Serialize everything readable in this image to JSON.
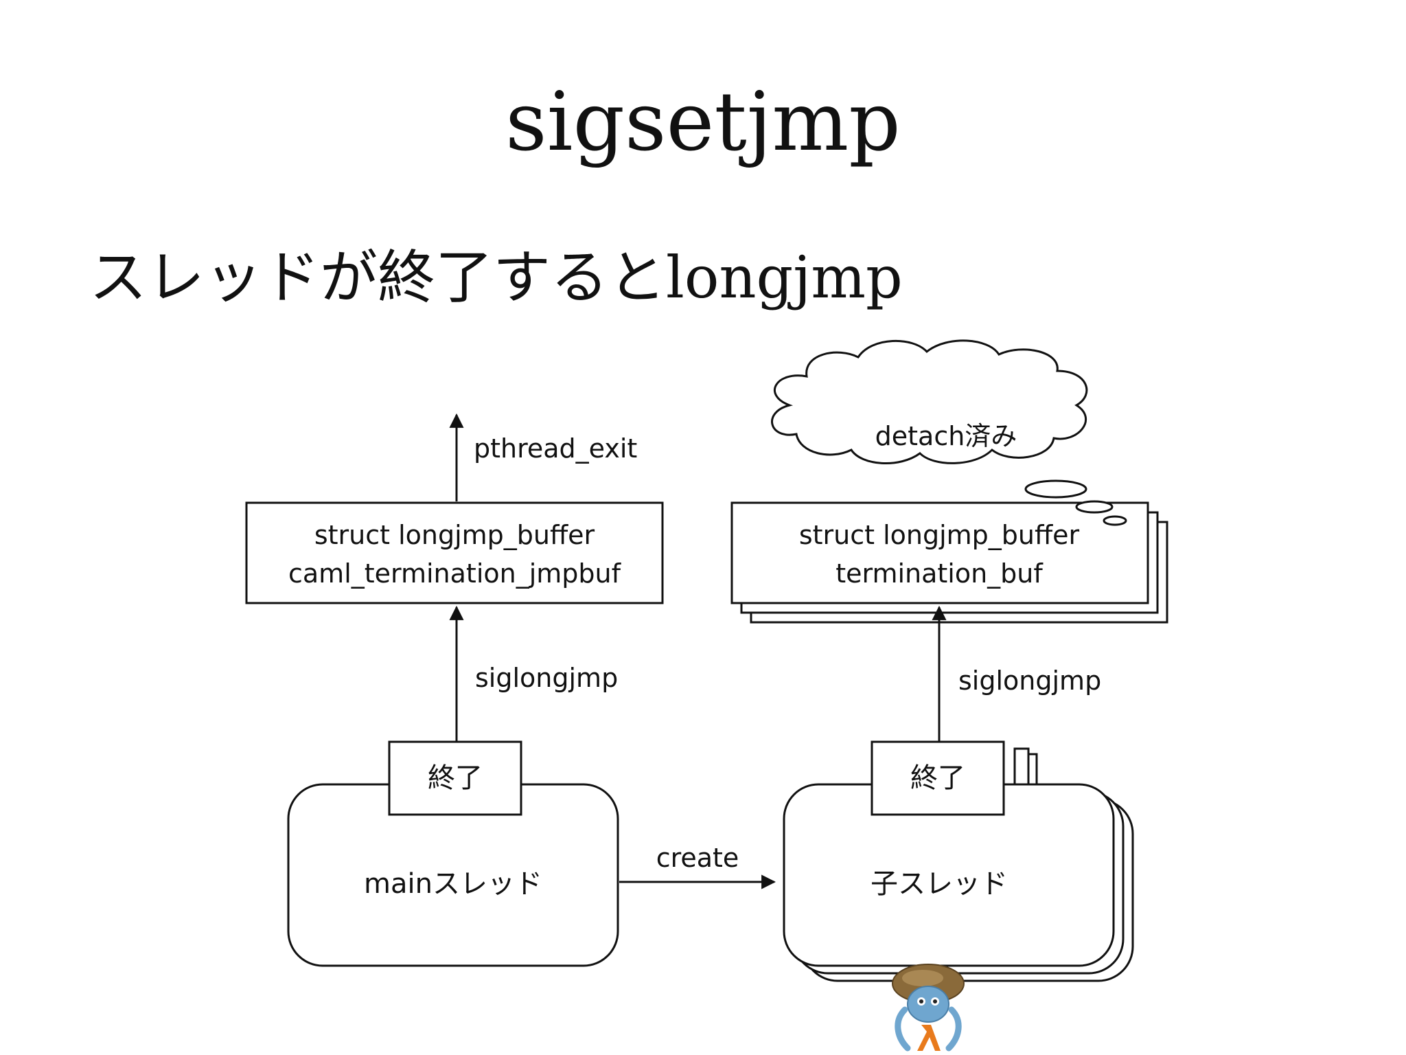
{
  "slide": {
    "title": "sigsetjmp",
    "subtitle": "スレッドが終了するとlongjmp"
  },
  "diagram": {
    "main_buffer": {
      "line1": "struct longjmp_buffer",
      "line2": "caml_termination_jmpbuf"
    },
    "child_buffer": {
      "line1": "struct longjmp_buffer",
      "line2": "termination_buf"
    },
    "exit_label": "pthread_exit",
    "cloud_label": "detach済み",
    "main_longjmp_label": "siglongjmp",
    "child_longjmp_label": "siglongjmp",
    "main_end_tab": "終了",
    "child_end_tab": "終了",
    "main_thread": "mainスレッド",
    "child_thread": "子スレッド",
    "create_label": "create"
  },
  "mascot": {
    "icon": "hermit-crab-lambda-icon",
    "colors": [
      "#8a6a3a",
      "#6fa6cf",
      "#e87a1c"
    ]
  }
}
